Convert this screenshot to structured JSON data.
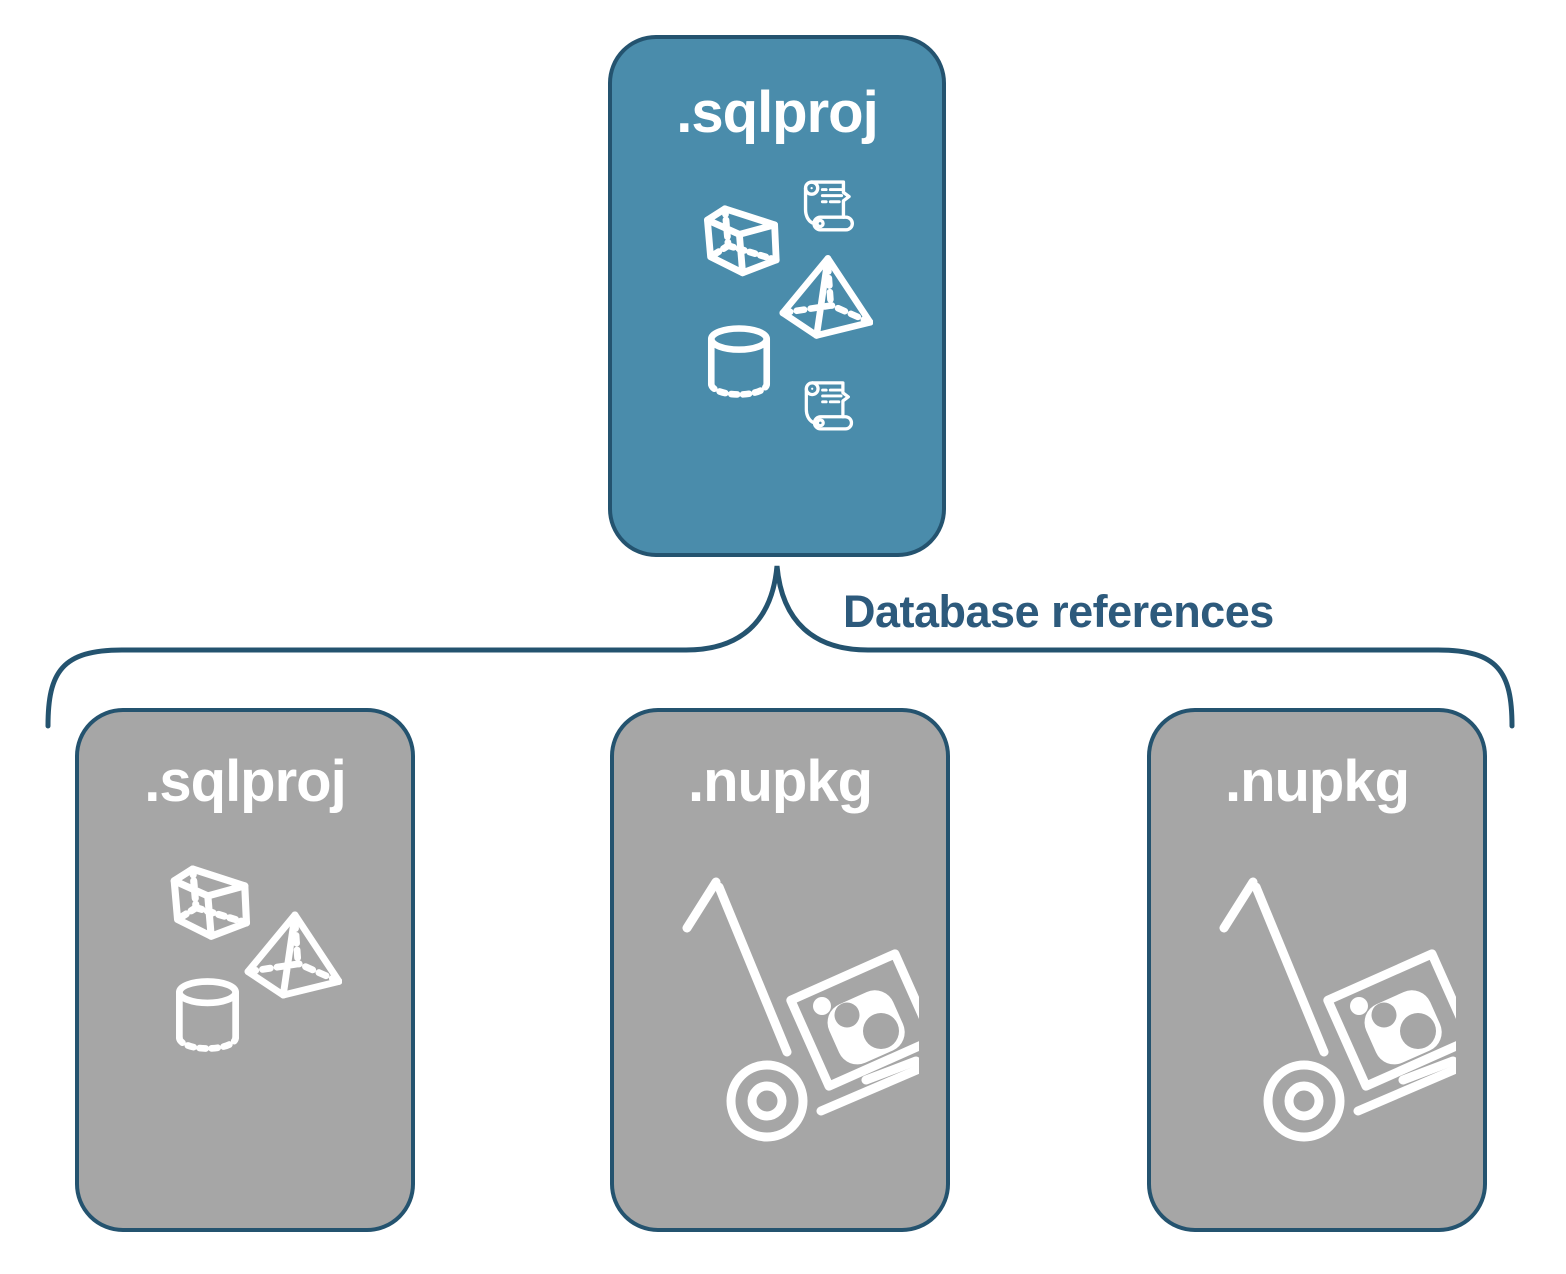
{
  "diagram": {
    "root": {
      "label": ".sqlproj",
      "icons": [
        "scroll",
        "cube",
        "pyramid",
        "cylinder",
        "scroll"
      ]
    },
    "connector_label": "Database references",
    "children": [
      {
        "label": ".sqlproj",
        "icon": "sql-3d-objects"
      },
      {
        "label": ".nupkg",
        "icon": "nuget-handtruck"
      },
      {
        "label": ".nupkg",
        "icon": "nuget-handtruck"
      }
    ],
    "colors": {
      "root_fill": "#4A8CAB",
      "child_fill": "#A6A6A6",
      "node_border": "#24536F",
      "connector": "#24536F",
      "label_text": "#FFFFFF",
      "annotation_text": "#2D5A7C",
      "icon_stroke": "#FFFFFF"
    }
  }
}
